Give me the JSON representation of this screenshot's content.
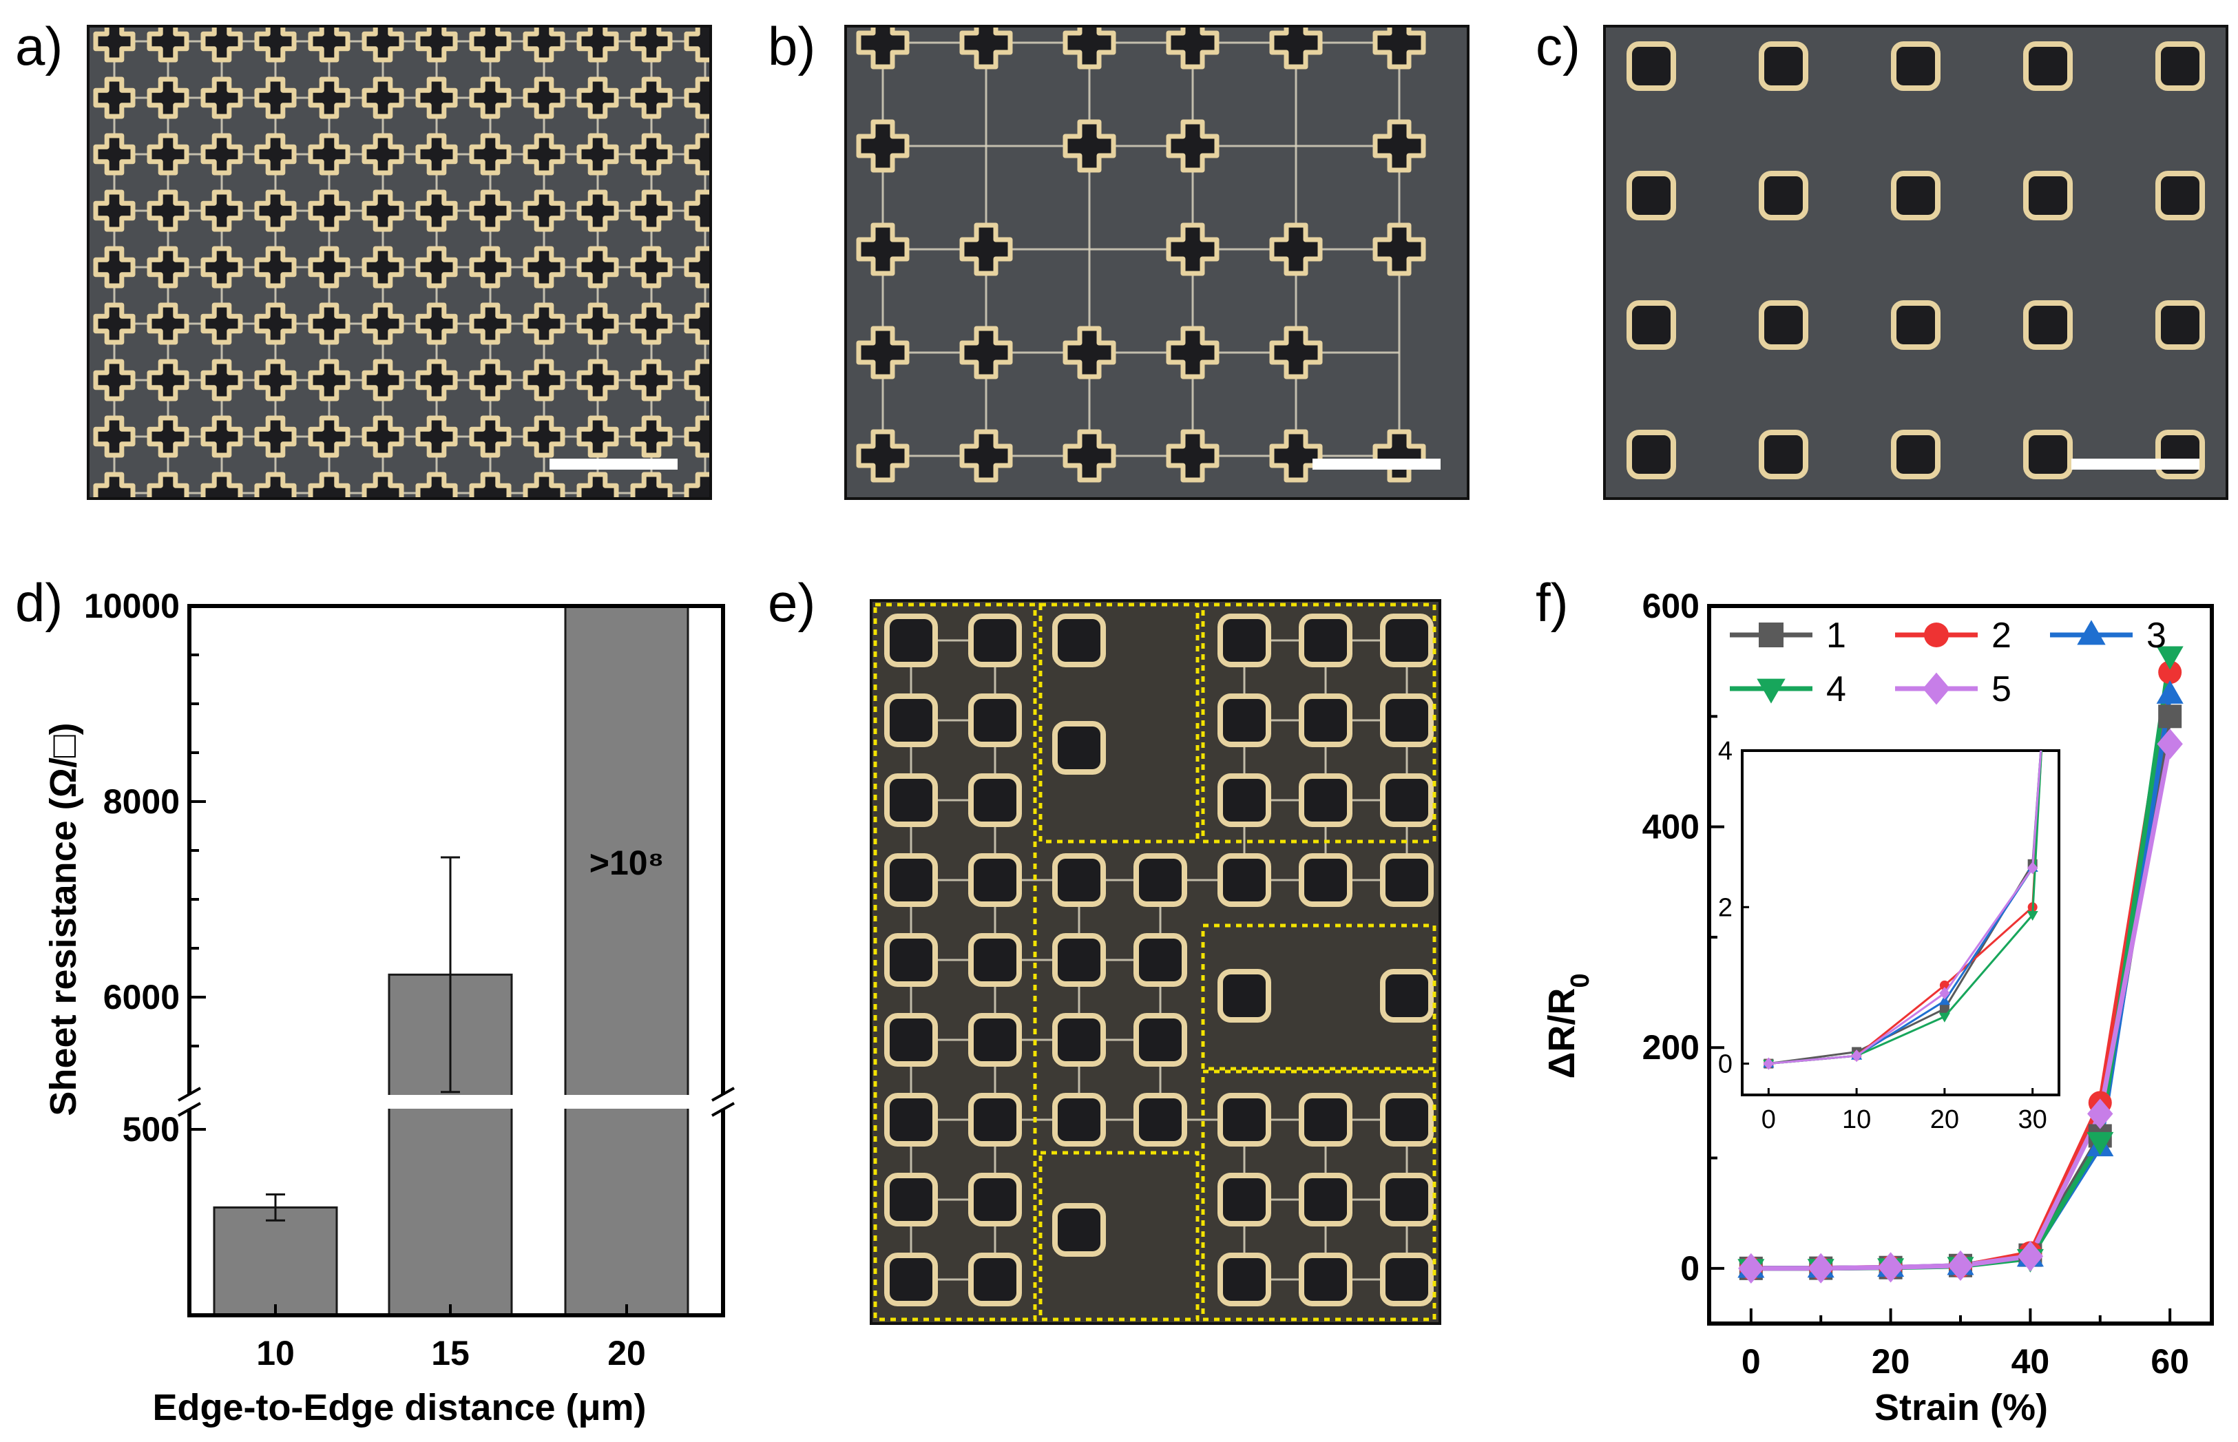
{
  "panel_labels": [
    "a)",
    "b)",
    "c)",
    "d)",
    "e)",
    "f)"
  ],
  "colors": {
    "bar_fill": "#808080",
    "dotted_outline": "#f3e300",
    "micro_bg": "#4b4e52",
    "hole_dark": "#1c1c1f",
    "hole_rim": "#e7d3a0"
  },
  "icons": [
    "scale-bar",
    "axis-break-marker"
  ],
  "chart_data": [
    {
      "type": "bar",
      "panel": "d",
      "categories": [
        "10",
        "15",
        "20"
      ],
      "values": [
        290,
        6230,
        100000000
      ],
      "errors": [
        35,
        1200,
        null
      ],
      "annotation": ">10⁸",
      "xlabel": "Edge-to-Edge distance  (μm)",
      "ylabel": "Sheet resistance (Ω/□)",
      "broken_axis": {
        "lower": [
          0,
          500
        ],
        "upper": [
          5000,
          10000
        ]
      },
      "ytick_labels": [
        "500",
        "6000",
        "8000",
        "10000"
      ]
    },
    {
      "type": "line",
      "panel": "f",
      "x": [
        0,
        10,
        20,
        30,
        40,
        50,
        60
      ],
      "xlabel": "Strain (%)",
      "ylabel": "ΔR/R0",
      "xlim": [
        -6,
        66
      ],
      "ylim": [
        -50,
        600
      ],
      "xticks": [
        0,
        20,
        40,
        60
      ],
      "yticks": [
        0,
        200,
        400,
        600
      ],
      "series": [
        {
          "name": "1",
          "color": "#5a5a5a",
          "marker": "square",
          "values": [
            0,
            0.15,
            0.7,
            2.55,
            12,
            120,
            500
          ]
        },
        {
          "name": "2",
          "color": "#ee3333",
          "marker": "circle",
          "values": [
            0,
            0.1,
            1.0,
            2.0,
            14,
            150,
            540
          ]
        },
        {
          "name": "3",
          "color": "#1f6fd0",
          "marker": "triangle-up",
          "values": [
            0,
            0.1,
            0.8,
            2.5,
            10,
            110,
            520
          ]
        },
        {
          "name": "4",
          "color": "#17a65b",
          "marker": "triangle-down",
          "values": [
            0,
            0.1,
            0.6,
            1.9,
            9,
            115,
            555
          ]
        },
        {
          "name": "5",
          "color": "#c77ee8",
          "marker": "diamond",
          "values": [
            0,
            0.1,
            0.9,
            2.5,
            11,
            140,
            475
          ]
        }
      ],
      "inset": {
        "xlim": [
          -3,
          33
        ],
        "ylim": [
          -0.4,
          4
        ],
        "xticks": [
          0,
          10,
          20,
          30
        ],
        "yticks": [
          0,
          2,
          4
        ],
        "x": [
          0,
          10,
          20,
          30,
          31.2
        ]
      }
    }
  ]
}
